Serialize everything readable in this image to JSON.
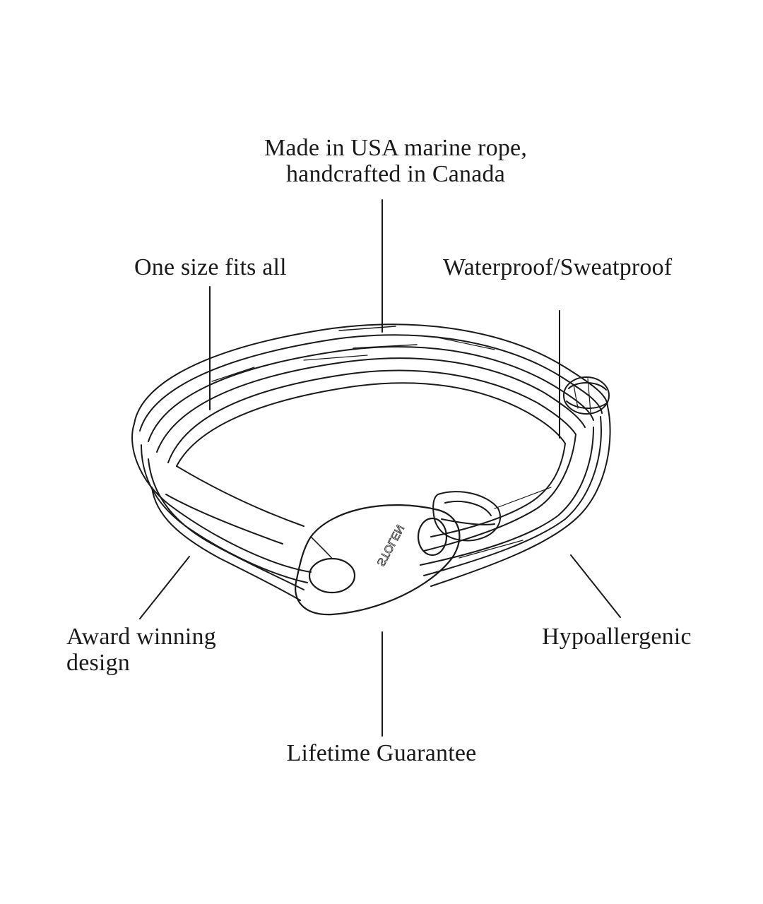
{
  "callouts": {
    "made_in": [
      "Made in USA marine rope,",
      "handcrafted in Canada"
    ],
    "one_size": "One size fits all",
    "waterproof": "Waterproof/Sweatproof",
    "award": [
      "Award winning",
      "design"
    ],
    "hypo": "Hypoallergenic",
    "lifetime": "Lifetime Guarantee"
  },
  "product": {
    "clasp_engraving": "STOLEN"
  },
  "colors": {
    "line": "#1a1a1a",
    "background": "#ffffff"
  }
}
